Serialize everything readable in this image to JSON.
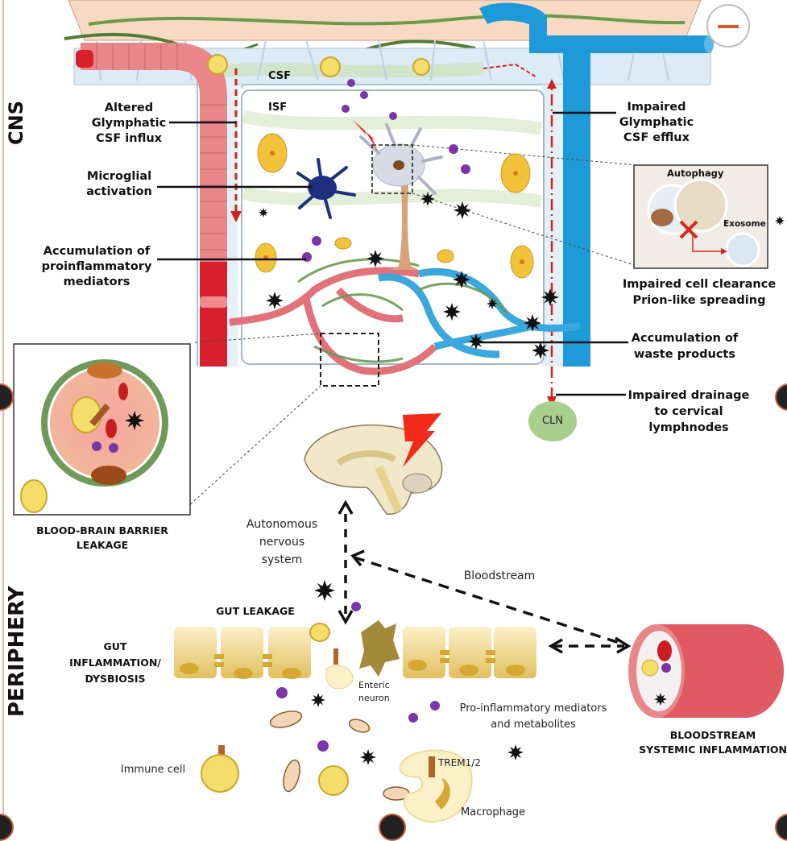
{
  "regions": {
    "cns": "CNS",
    "periphery": "PERIPHERY"
  },
  "compartments": {
    "csf": "CSF",
    "isf": "ISF"
  },
  "cns_labels_left": {
    "altered_influx": "Altered\nGlymphatic\nCSF influx",
    "microglial": "Microglial\nactivation",
    "proinflammatory": "Accumulation of\nproinflammatory\nmediators"
  },
  "cns_labels_right": {
    "impaired_efflux": "Impaired\nGlymphatic\nCSF efflux",
    "cell_clearance": "Impaired cell clearance\nPrion-like spreading",
    "waste": "Accumulation of\nwaste products",
    "drainage": "Impaired drainage\nto cervical\nlymphnodes"
  },
  "inset_clearance": {
    "autophagy": "Autophagy",
    "exosome": "Exosome"
  },
  "cln": "CLN",
  "bbb": {
    "caption": "BLOOD-BRAIN BARRIER\nLEAKAGE"
  },
  "pathways": {
    "autonomous": "Autonomous\nnervous\nsystem",
    "bloodstream": "Bloodstream"
  },
  "periphery_labels": {
    "gut_leakage": "GUT LEAKAGE",
    "gut_inflammation": "GUT\nINFLAMMATION/\nDYSBIOSIS",
    "enteric_neuron": "Enteric\nneuron",
    "mediators": "Pro-inflammatory mediators\nand metabolites",
    "immune_cell": "Immune cell",
    "trem": "TREM1/2",
    "macrophage": "Macrophage",
    "systemic": "BLOODSTREAM\nSYSTEMIC INFLAMMATION"
  },
  "controls": {
    "minus_button_icon": "minus-icon"
  },
  "colors": {
    "artery": "#e8868a",
    "artery_dark": "#d8202c",
    "vein": "#1e9ad8",
    "csf_space": "#dcebf5",
    "meninges": "#f7d9c4",
    "glymphatic_arrow": "#d0231b",
    "mediator": "#7a35a6",
    "cln": "#a9cf8e",
    "minus": "#e8542a"
  }
}
